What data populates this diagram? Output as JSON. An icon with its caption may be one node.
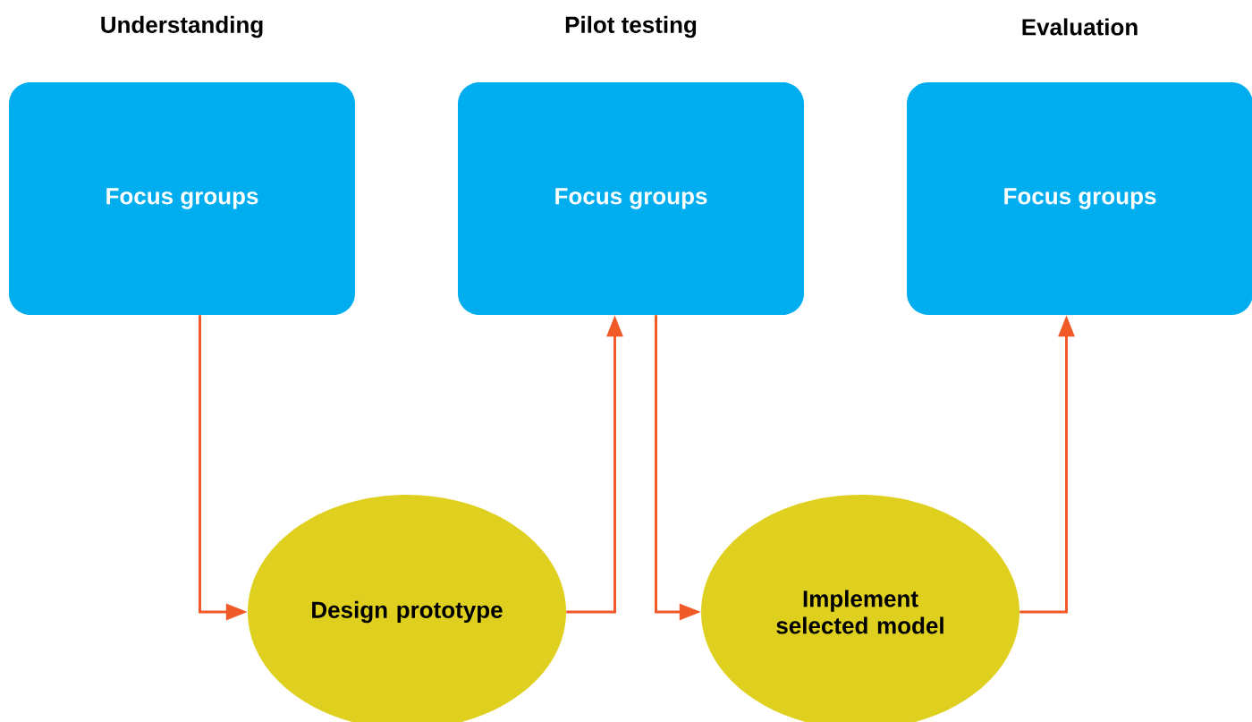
{
  "diagram": {
    "nodes": [
      {
        "text": [
          "Understanding",
          "Focus groups"
        ]
      },
      {
        "text": [
          "Pilot testing",
          "Focus groups"
        ]
      },
      {
        "text": [
          "Evaluation",
          "Focus groups"
        ]
      },
      {
        "text": [
          "Design prototype"
        ]
      },
      {
        "text": [
          "Implement selected model"
        ]
      }
    ],
    "edges": [
      {
        "from": 0,
        "to": 3,
        "arrow": "to"
      },
      {
        "from": 3,
        "to": 1,
        "arrow": "to"
      },
      {
        "from": 1,
        "to": 4,
        "arrow": "to"
      },
      {
        "from": 4,
        "to": 2,
        "arrow": "to"
      }
    ]
  }
}
